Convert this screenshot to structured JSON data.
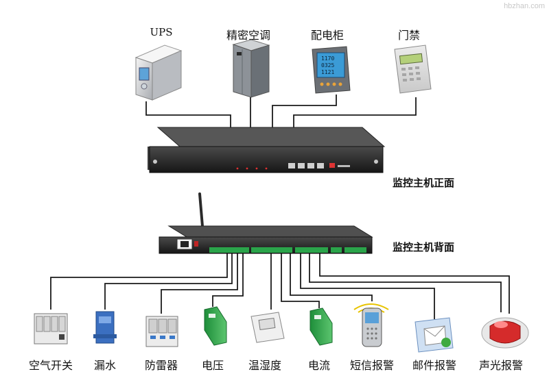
{
  "watermark": "hbzhan.com",
  "top_devices": [
    {
      "id": "ups",
      "label": "UPS"
    },
    {
      "id": "precision-ac",
      "label": "精密空调"
    },
    {
      "id": "distribution-cabinet",
      "label": "配电柜"
    },
    {
      "id": "access-control",
      "label": "门禁"
    }
  ],
  "host_front_label": "监控主机正面",
  "host_back_label": "监控主机背面",
  "meter_readings": [
    "1170",
    "0325",
    "1121"
  ],
  "bottom_devices": [
    {
      "id": "air-switch",
      "label": "空气开关"
    },
    {
      "id": "water-leak",
      "label": "漏水"
    },
    {
      "id": "lightning-protector",
      "label": "防雷器"
    },
    {
      "id": "voltage",
      "label": "电压"
    },
    {
      "id": "temp-humidity",
      "label": "温湿度"
    },
    {
      "id": "current",
      "label": "电流"
    },
    {
      "id": "sms-alarm",
      "label": "短信报警"
    },
    {
      "id": "email-alarm",
      "label": "邮件报警"
    },
    {
      "id": "sound-light-alarm",
      "label": "声光报警"
    }
  ]
}
